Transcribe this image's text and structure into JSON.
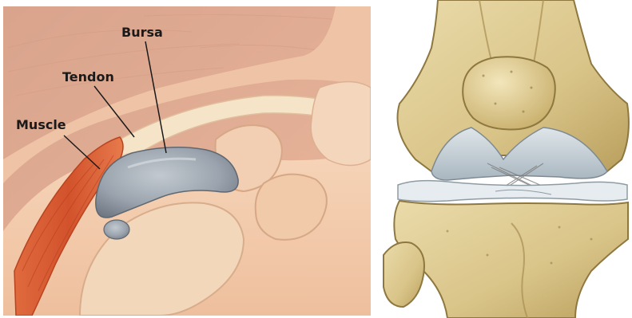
{
  "panels": {
    "bursa_diagram": {
      "labels": {
        "bursa": "Bursa",
        "tendon": "Tendon",
        "muscle": "Muscle"
      }
    },
    "knee_joint": {
      "labels": {}
    }
  },
  "colors": {
    "background": "#ffffff",
    "skin": "#e8b89a",
    "flesh": "#f2cdb0",
    "muscle": "#d9532b",
    "tendon": "#f5e3c8",
    "bursa": "#9aa3ad",
    "bone": "#ddc98f",
    "cartilage": "#c9d4db",
    "label": "#1a1a1a"
  }
}
